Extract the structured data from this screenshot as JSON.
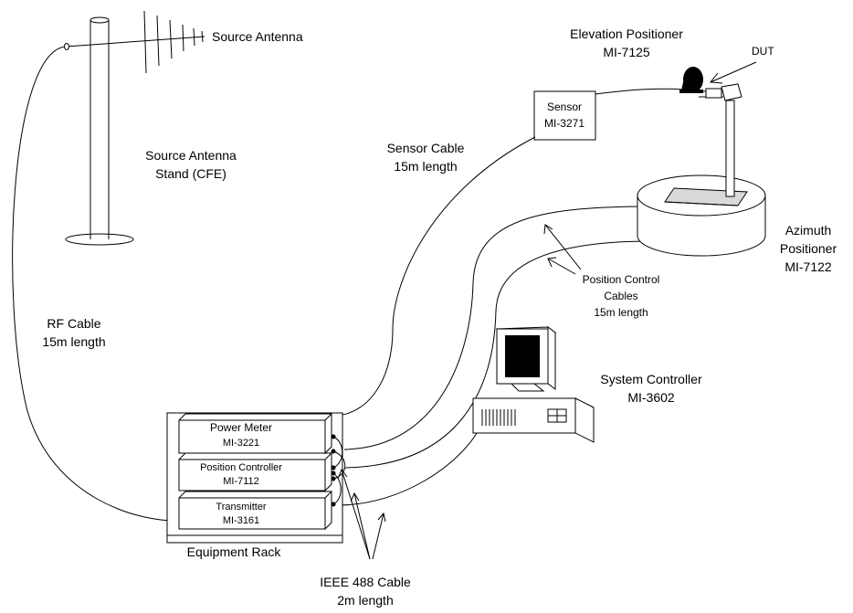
{
  "labels": {
    "source_antenna": "Source Antenna",
    "antenna_stand_line1": "Source Antenna",
    "antenna_stand_line2": "Stand (CFE)",
    "elevation_line1": "Elevation Positioner",
    "elevation_line2": "MI-7125",
    "dut": "DUT",
    "sensor_line1": "Sensor",
    "sensor_line2": "MI-3271",
    "sensor_cable_line1": "Sensor Cable",
    "sensor_cable_line2": "15m length",
    "azimuth_line1": "Azimuth",
    "azimuth_line2": "Positioner",
    "azimuth_line3": "MI-7122",
    "pos_cables_line1": "Position Control",
    "pos_cables_line2": "Cables",
    "pos_cables_line3": "15m length",
    "rf_cable_line1": "RF Cable",
    "rf_cable_line2": "15m length",
    "system_controller_line1": "System Controller",
    "system_controller_line2": "MI-3602",
    "power_meter_line1": "Power Meter",
    "power_meter_line2": "MI-3221",
    "position_controller_line1": "Position Controller",
    "position_controller_line2": "MI-7112",
    "transmitter_line1": "Transmitter",
    "transmitter_line2": "MI-3161",
    "equipment_rack": "Equipment Rack",
    "ieee_line1": "IEEE 488 Cable",
    "ieee_line2": "2m length"
  }
}
